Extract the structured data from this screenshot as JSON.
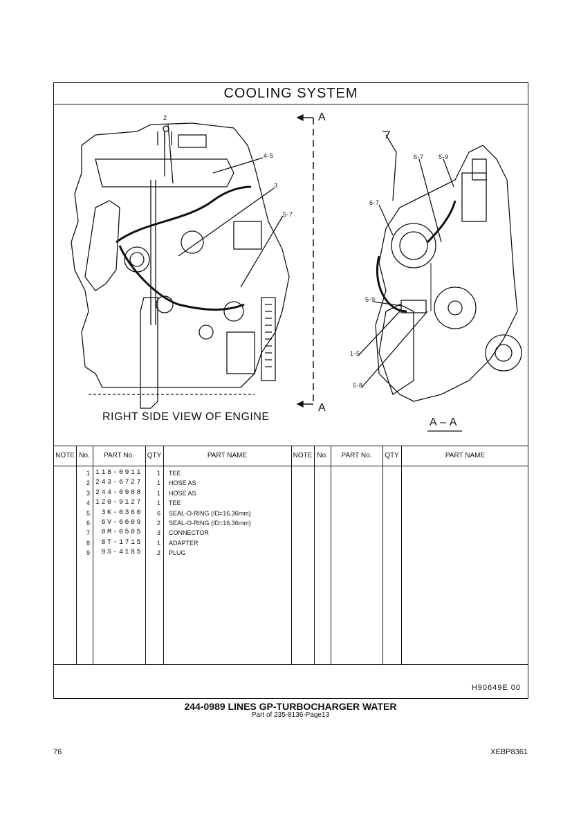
{
  "sheet": {
    "title": "COOLING  SYSTEM",
    "views": {
      "left_label": "RIGHT SIDE VIEW OF ENGINE",
      "right_label": "A – A",
      "section_marker": "A"
    },
    "callouts": {
      "left": [
        "2",
        "4-5",
        "3",
        "5-7"
      ],
      "right": [
        "6-7",
        "5-9",
        "6-7",
        "5-9",
        "1-5",
        "5-8"
      ]
    },
    "table": {
      "headers": [
        "NOTE",
        "No.",
        "PART No.",
        "QTY",
        "PART NAME",
        "NOTE",
        "No.",
        "PART No.",
        "QTY",
        "PART NAME"
      ],
      "rows": [
        {
          "no": "1",
          "part_no": "118-0911",
          "qty": "1",
          "name": "TEE"
        },
        {
          "no": "2",
          "part_no": "243-6727",
          "qty": "1",
          "name": "HOSE AS"
        },
        {
          "no": "3",
          "part_no": "244-0988",
          "qty": "1",
          "name": "HOSE AS"
        },
        {
          "no": "4",
          "part_no": "120-9127",
          "qty": "1",
          "name": "TEE"
        },
        {
          "no": "5",
          "part_no": "3K-0360",
          "qty": "6",
          "name": "SEAL-O-RING (ID=16.36mm)"
        },
        {
          "no": "6",
          "part_no": "6V-6609",
          "qty": "2",
          "name": "SEAL-O-RING (ID=16.36mm)"
        },
        {
          "no": "7",
          "part_no": "8M-0505",
          "qty": "3",
          "name": "CONNECTOR"
        },
        {
          "no": "8",
          "part_no": "8T-1715",
          "qty": "1",
          "name": "ADAPTER"
        },
        {
          "no": "9",
          "part_no": "9S-4185",
          "qty": "2",
          "name": "PLUG"
        }
      ]
    },
    "illustration_ref": "H90649E   00"
  },
  "caption": {
    "main": "244-0989  LINES GP-TURBOCHARGER WATER",
    "sub": "Part of 235-8136-Page13"
  },
  "page_number": "76",
  "doc_id": "XEBP8361"
}
